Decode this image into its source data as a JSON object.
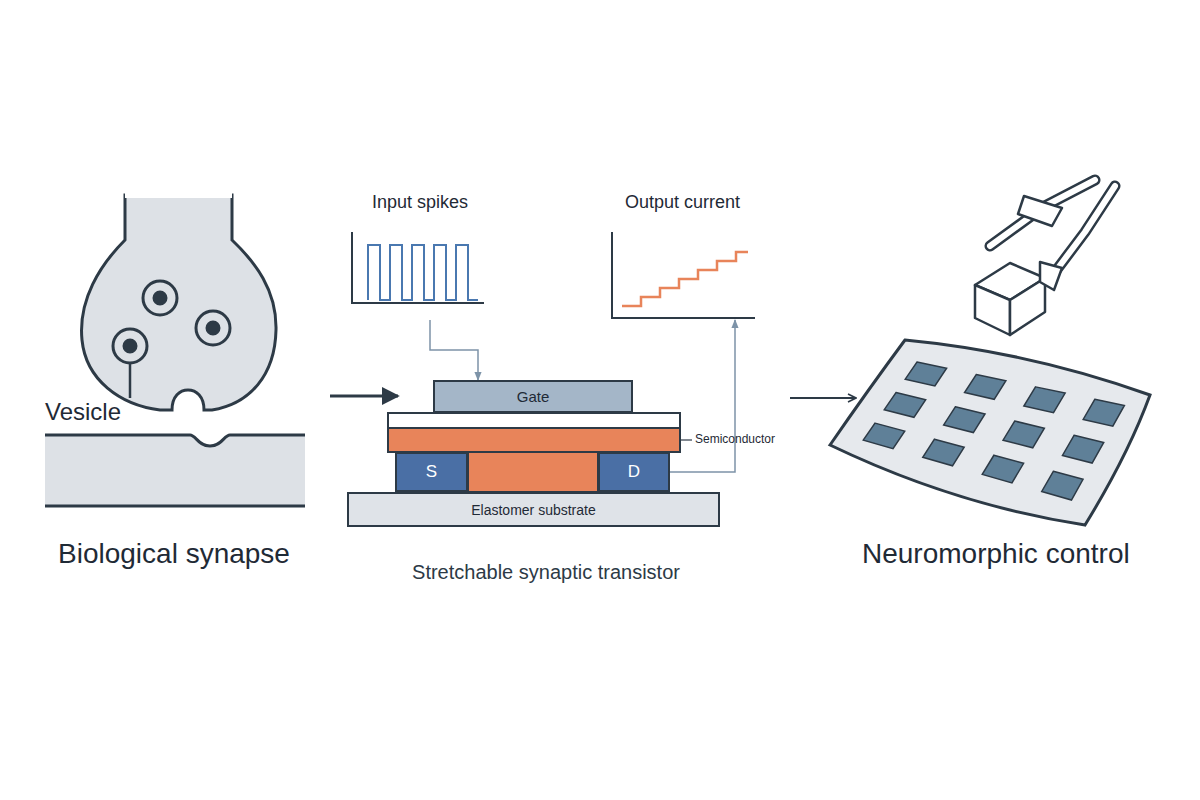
{
  "diagram": {
    "nodes": [
      {
        "text": [
          "Input spikes"
        ]
      },
      {
        "text": [
          "Output current"
        ]
      },
      {
        "text": [
          "Gate"
        ]
      },
      {
        "text": [
          "S"
        ]
      },
      {
        "text": [
          "D"
        ]
      },
      {
        "text": [
          "Elastomer substrate"
        ]
      }
    ],
    "edges": [
      {
        "from": 0,
        "to": 2,
        "arrow": "to"
      },
      {
        "from": 4,
        "to": 1,
        "arrow": "to"
      }
    ],
    "labels": [
      "Vesicle",
      "Biological synapse",
      "Semiconductor",
      "Stretchable synaptic transistor",
      "Neuromorphic control"
    ]
  }
}
